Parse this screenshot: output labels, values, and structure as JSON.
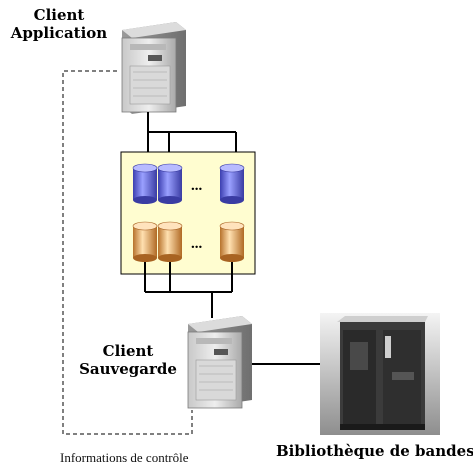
{
  "client_application": {
    "line1": "Client",
    "line2": "Application"
  },
  "client_sauvegarde": {
    "line1": "Client",
    "line2": "Sauvegarde"
  },
  "library_label": "Bibliothèque de bandes",
  "control_info_label": "Informations de contrôle",
  "disk_rows": [
    {
      "name": "disk-row-blue",
      "ellipsis": "..."
    },
    {
      "name": "disk-row-orange",
      "ellipsis": "..."
    }
  ],
  "colors": {
    "panel_fill": "#fffdd0",
    "blue_disk": "#6f72d8",
    "orange_disk": "#e8b072",
    "line": "#000000",
    "dashed": "#000000"
  }
}
